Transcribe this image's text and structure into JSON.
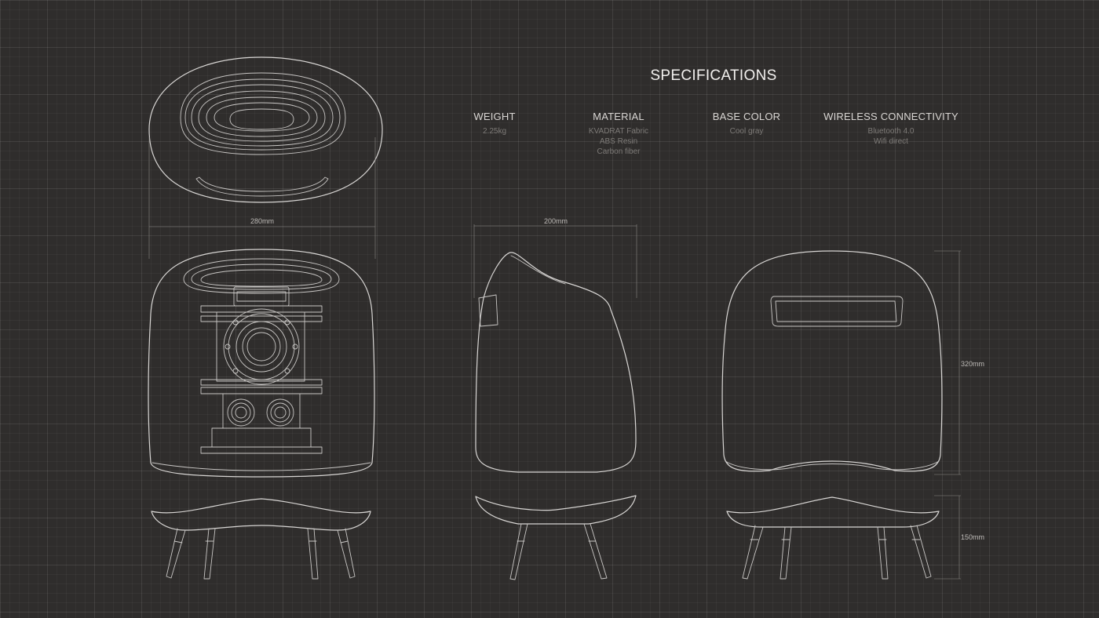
{
  "title": "SPECIFICATIONS",
  "specs": [
    {
      "label": "WEIGHT",
      "values": [
        "2.25kg"
      ]
    },
    {
      "label": "MATERIAL",
      "values": [
        "KVADRAT Fabric",
        "ABS Resin",
        "Carbon fiber"
      ]
    },
    {
      "label": "BASE COLOR",
      "values": [
        "Cool gray"
      ]
    },
    {
      "label": "WIRELESS CONNECTIVITY",
      "values": [
        "Bluetooth 4.0",
        "Wifi direct"
      ]
    }
  ],
  "dimensions": {
    "front_width": "280mm",
    "side_width": "200mm",
    "body_height": "320mm",
    "stand_height": "150mm"
  },
  "colors": {
    "background": "#2f2d2c",
    "line": "#d8d6d4",
    "muted_text": "#7d7a77"
  }
}
